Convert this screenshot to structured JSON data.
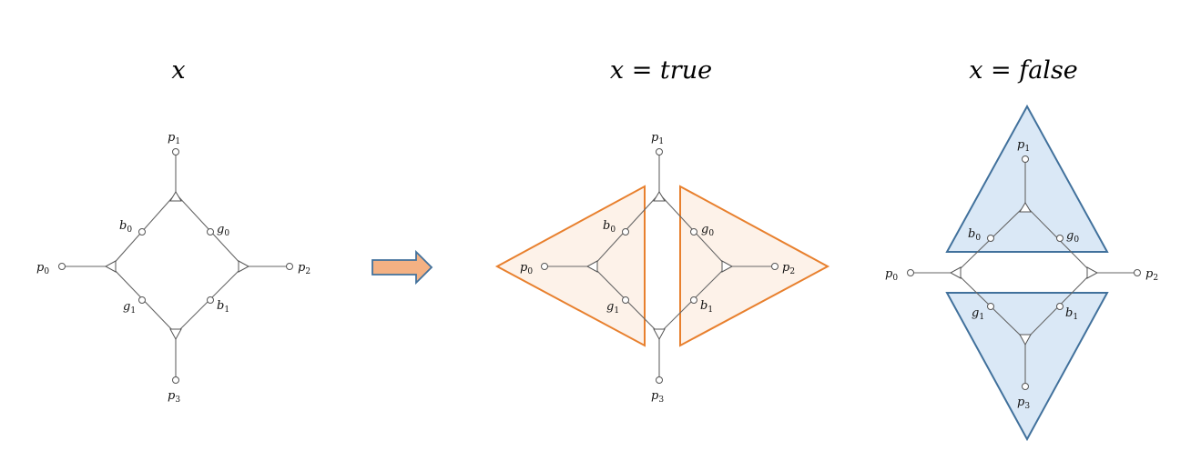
{
  "headings": {
    "left": "x",
    "middle": "x = true",
    "right": "x = false"
  },
  "labels": {
    "p0": "p",
    "p0_sub": "0",
    "p1": "p",
    "p1_sub": "1",
    "p2": "p",
    "p2_sub": "2",
    "p3": "p",
    "p3_sub": "3",
    "b0": "b",
    "b0_sub": "0",
    "b1": "b",
    "b1_sub": "1",
    "g0": "g",
    "g0_sub": "0",
    "g1": "g",
    "g1_sub": "1"
  },
  "colors": {
    "true_stroke": "#e8802e",
    "true_fill": "#fdf2e9",
    "false_stroke": "#41719c",
    "false_fill": "#dae8f6",
    "arrow_fill": "#f4b183",
    "arrow_stroke": "#41719c",
    "wire": "#666666"
  },
  "icons": {
    "transform_arrow": "right-arrow-icon"
  }
}
